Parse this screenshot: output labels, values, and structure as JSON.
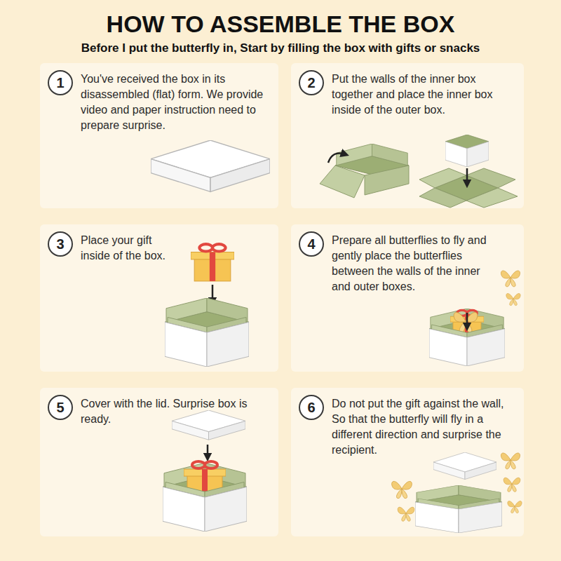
{
  "diagram": {
    "title": "HOW TO ASSEMBLE THE BOX",
    "nodes": [
      {
        "text": [
          "You've received the box in its disassembled (flat) form. We provide video and paper instruction need to prepare surprise."
        ]
      },
      {
        "text": [
          "1"
        ],
        "in": 0
      },
      {
        "text": [
          "Put the walls of the inner box together and place the inner box inside of the outer box."
        ]
      },
      {
        "text": [
          "2"
        ],
        "in": 2
      },
      {
        "text": [
          "Place your gift inside of the box."
        ]
      },
      {
        "text": [
          "3"
        ],
        "in": 4
      },
      {
        "text": [
          "Prepare all butterflies to fly and gently place the butterflies between the walls of the inner and outer boxes."
        ]
      },
      {
        "text": [
          "4"
        ],
        "in": 6
      },
      {
        "text": [
          "Cover with the lid. Surprise box is ready."
        ]
      },
      {
        "text": [
          "5"
        ],
        "in": 8
      },
      {
        "text": [
          "Do not put the gift against the wall, So that the butterfly will fly in a different direction and surprise the recipient."
        ]
      },
      {
        "text": [
          "6"
        ],
        "in": 10
      }
    ],
    "labels": [
      "Before I put the butterfly in, Start by filling the box with gifts or snacks"
    ]
  }
}
